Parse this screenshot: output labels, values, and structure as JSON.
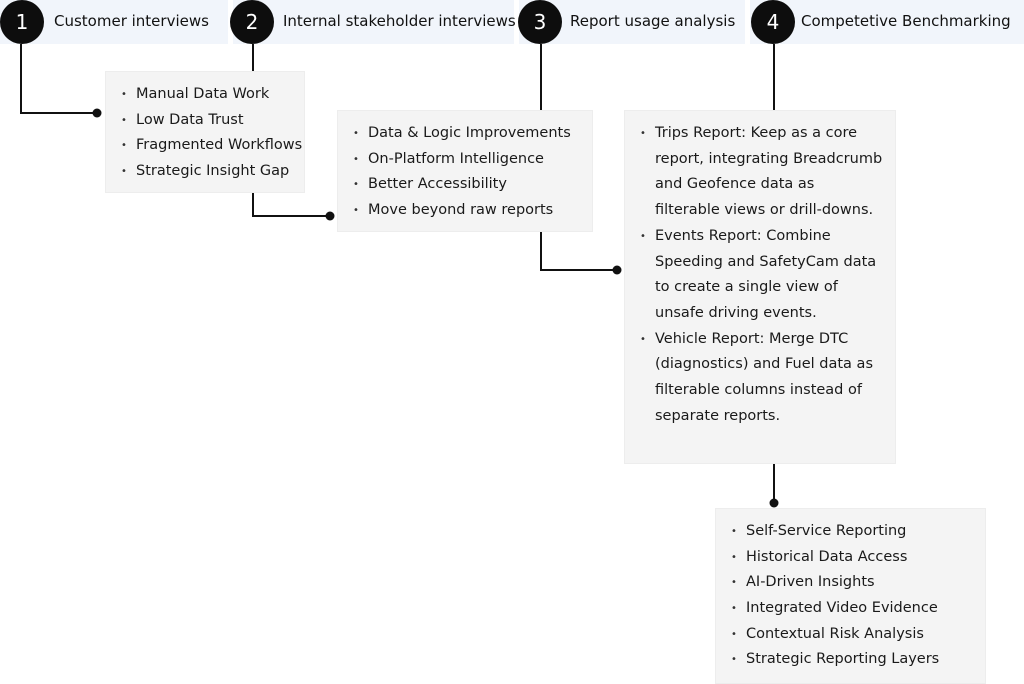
{
  "steps": [
    {
      "number": "1",
      "label": "Customer interviews"
    },
    {
      "number": "2",
      "label": "Internal stakeholder interviews"
    },
    {
      "number": "3",
      "label": "Report usage analysis"
    },
    {
      "number": "4",
      "label": "Competetive Benchmarking"
    }
  ],
  "boxes": {
    "customer": [
      "Manual Data Work",
      "Low Data Trust",
      "Fragmented Workflows",
      "Strategic Insight Gap"
    ],
    "stakeholder": [
      "Data & Logic Improvements",
      "On-Platform Intelligence",
      "Better Accessibility",
      " Move beyond raw reports"
    ],
    "usage": [
      "Trips Report: Keep as a core report, integrating Breadcrumb and Geofence data as filterable views or drill-downs.",
      "Events Report: Combine Speeding and SafetyCam data to create a single view of unsafe driving events.",
      "Vehicle Report: Merge DTC (diagnostics) and Fuel data as filterable columns instead of separate reports."
    ],
    "benchmarking": [
      "Self-Service Reporting",
      "Historical Data Access",
      "AI-Driven Insights",
      "Integrated Video Evidence",
      "Contextual Risk Analysis",
      "Strategic Reporting Layers"
    ]
  },
  "colors": {
    "header_bg": "#f1f5fb",
    "circle": "#0d0d0d",
    "box_bg": "#f4f4f4",
    "connector": "#111111"
  }
}
